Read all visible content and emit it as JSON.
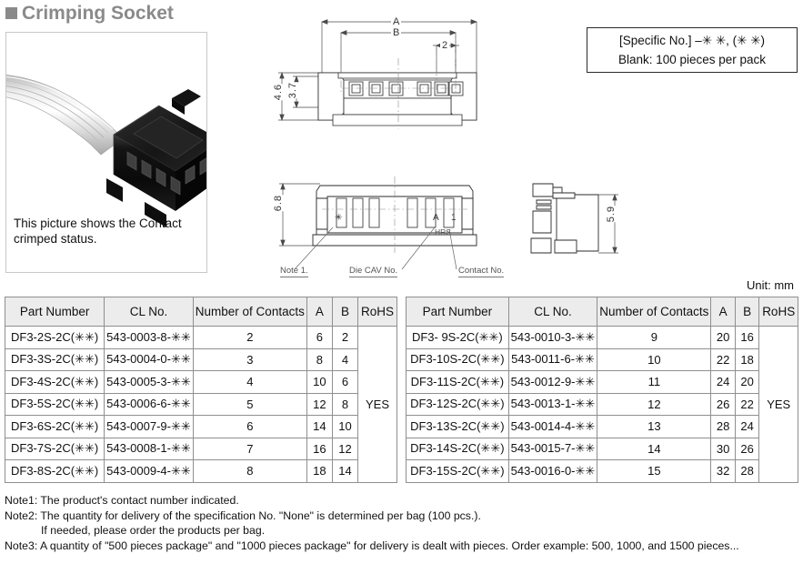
{
  "title": {
    "text": "Crimping Socket",
    "bullet_color": "#8a8a8a"
  },
  "photo": {
    "caption": "This picture shows the Contact crimped status."
  },
  "spec_box": {
    "line1": "[Specific No.] –✳ ✳, (✳ ✳)",
    "line2": "Blank: 100 pieces per pack"
  },
  "drawings": {
    "front_view": {
      "dim_a": "A",
      "dim_b": "B",
      "dim_pitch": "2",
      "dim_height_outer": "4.6",
      "dim_height_inner": "3.7"
    },
    "side_view": {
      "dim_height": "6.8",
      "mark_note": "✳",
      "mark_die": "A",
      "mark_contact": "1",
      "mark_hrs": "HRS",
      "callout_note": "Note 1.",
      "callout_die": "Die CAV No.",
      "callout_contact": "Contact No."
    },
    "end_view": {
      "dim_height": "5.9"
    }
  },
  "unit_note": "Unit: mm",
  "table": {
    "headers": [
      "Part Number",
      "CL No.",
      "Number of Contacts",
      "A",
      "B",
      "RoHS"
    ],
    "rohs_value": "YES",
    "left_rows": [
      {
        "part_number": "DF3-2S-2C(✳✳)",
        "cl_no": "543-0003-8-✳✳",
        "contacts": "2",
        "a": "6",
        "b": "2"
      },
      {
        "part_number": "DF3-3S-2C(✳✳)",
        "cl_no": "543-0004-0-✳✳",
        "contacts": "3",
        "a": "8",
        "b": "4"
      },
      {
        "part_number": "DF3-4S-2C(✳✳)",
        "cl_no": "543-0005-3-✳✳",
        "contacts": "4",
        "a": "10",
        "b": "6"
      },
      {
        "part_number": "DF3-5S-2C(✳✳)",
        "cl_no": "543-0006-6-✳✳",
        "contacts": "5",
        "a": "12",
        "b": "8"
      },
      {
        "part_number": "DF3-6S-2C(✳✳)",
        "cl_no": "543-0007-9-✳✳",
        "contacts": "6",
        "a": "14",
        "b": "10"
      },
      {
        "part_number": "DF3-7S-2C(✳✳)",
        "cl_no": "543-0008-1-✳✳",
        "contacts": "7",
        "a": "16",
        "b": "12"
      },
      {
        "part_number": "DF3-8S-2C(✳✳)",
        "cl_no": "543-0009-4-✳✳",
        "contacts": "8",
        "a": "18",
        "b": "14"
      }
    ],
    "right_rows": [
      {
        "part_number": "DF3- 9S-2C(✳✳)",
        "cl_no": "543-0010-3-✳✳",
        "contacts": "9",
        "a": "20",
        "b": "16"
      },
      {
        "part_number": "DF3-10S-2C(✳✳)",
        "cl_no": "543-0011-6-✳✳",
        "contacts": "10",
        "a": "22",
        "b": "18"
      },
      {
        "part_number": "DF3-11S-2C(✳✳)",
        "cl_no": "543-0012-9-✳✳",
        "contacts": "11",
        "a": "24",
        "b": "20"
      },
      {
        "part_number": "DF3-12S-2C(✳✳)",
        "cl_no": "543-0013-1-✳✳",
        "contacts": "12",
        "a": "26",
        "b": "22"
      },
      {
        "part_number": "DF3-13S-2C(✳✳)",
        "cl_no": "543-0014-4-✳✳",
        "contacts": "13",
        "a": "28",
        "b": "24"
      },
      {
        "part_number": "DF3-14S-2C(✳✳)",
        "cl_no": "543-0015-7-✳✳",
        "contacts": "14",
        "a": "30",
        "b": "26"
      },
      {
        "part_number": "DF3-15S-2C(✳✳)",
        "cl_no": "543-0016-0-✳✳",
        "contacts": "15",
        "a": "32",
        "b": "28"
      }
    ]
  },
  "notes": {
    "note1": "Note1: The product's contact number indicated.",
    "note2": "Note2: The quantity for delivery of the specification No. \"None\" is determined per bag (100 pcs.).",
    "note2b": "If needed, please order the products per bag.",
    "note3": "Note3: A quantity of \"500 pieces package\" and \"1000 pieces package\" for delivery is dealt with pieces. Order example: 500, 1000, and 1500 pieces..."
  }
}
